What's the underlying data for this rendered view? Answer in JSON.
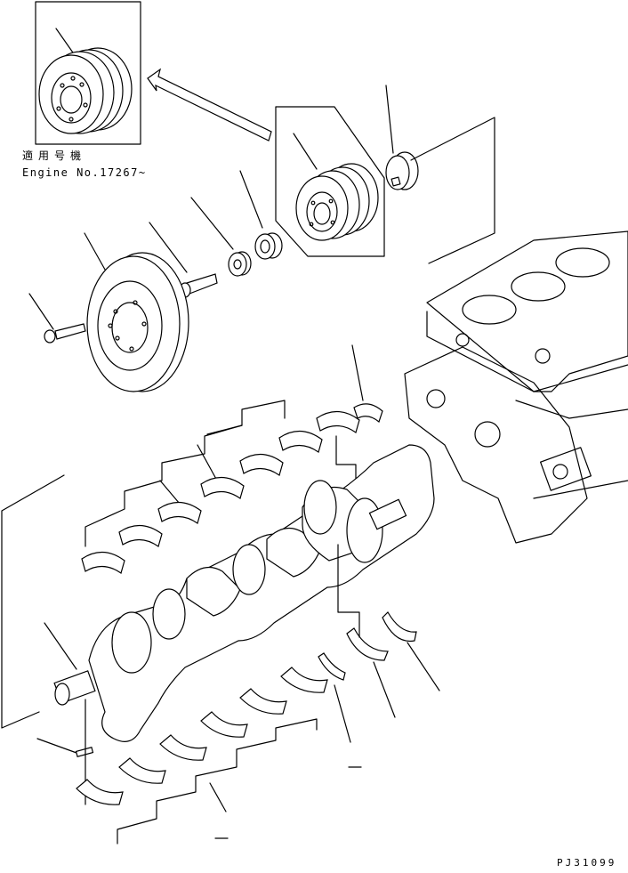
{
  "applicability": {
    "label": "適用号機",
    "engine_no": "Engine No.17267~"
  },
  "drawing_code": "PJ31099"
}
